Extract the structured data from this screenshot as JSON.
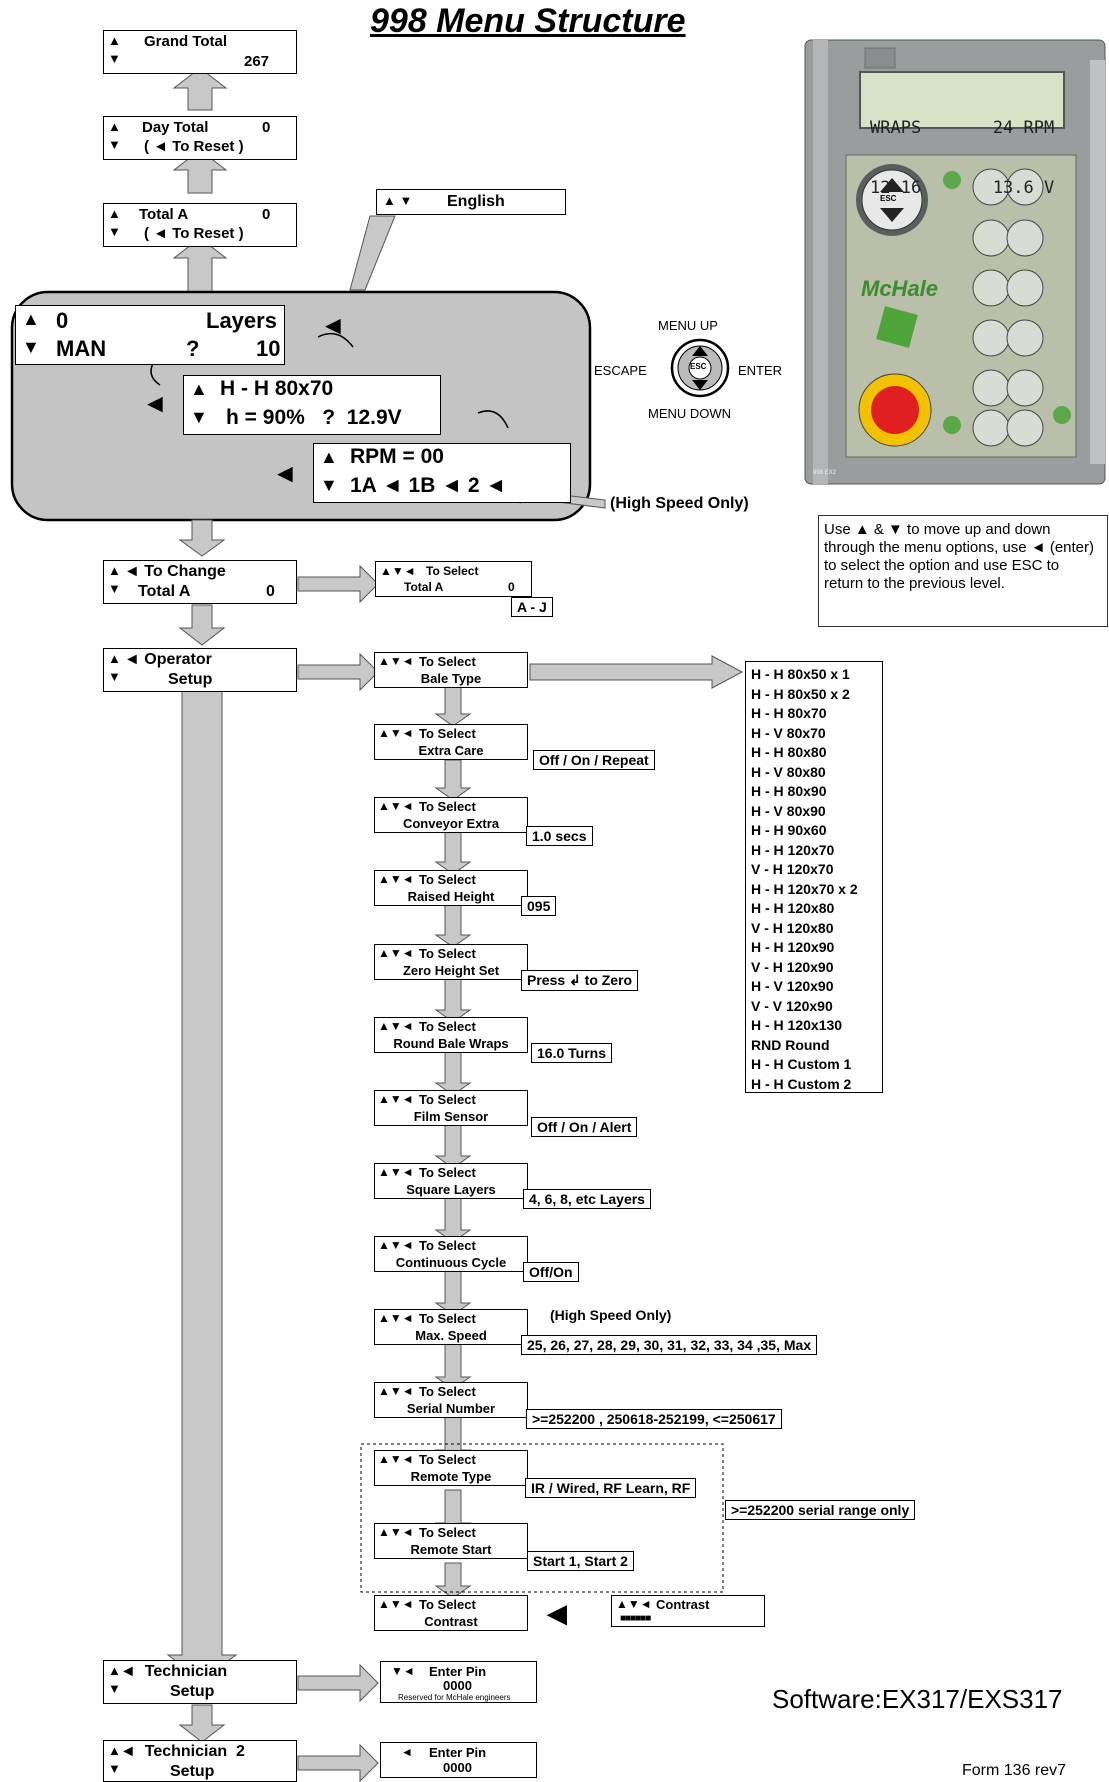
{
  "title": "998 Menu Structure",
  "device": {
    "lcd_line1": "WRAPS       24 RPM",
    "lcd_line2": "12-16       13.6 V",
    "brand": "McHale",
    "model": "998 EX2"
  },
  "keypad": {
    "up": "MENU UP",
    "down": "MENU DOWN",
    "left": "ESCAPE",
    "right": "ENTER",
    "center": "ESC"
  },
  "note": "Use ▲ & ▼ to move up and down through the menu options, use ◄ (enter) to select the option and use ESC to return to the previous level.",
  "top_menu": {
    "grand_total": {
      "label": "Grand Total",
      "value": "267"
    },
    "day_total": {
      "label": "Day Total",
      "value": "0",
      "sub": "( ◄ To Reset )"
    },
    "total_a": {
      "label": "Total  A",
      "value": "0",
      "sub": "( ◄ To Reset )"
    },
    "language": "English"
  },
  "main_screen": {
    "l1_left": "0",
    "l1_right": "Layers",
    "l2_left": "MAN",
    "l2_mid": "?",
    "l2_right": "10",
    "s2_l1": "H - H 80x70",
    "s2_l2": "h = 90%   ?  12.9V",
    "s3_l1": "RPM = 00",
    "s3_l2": "1A ◄ 1B ◄ 2 ◄",
    "high_speed": "(High Speed Only)"
  },
  "to_change": {
    "l1": "◄ To Change",
    "l2": "Total  A",
    "value": "0",
    "sel_l1": "To  Select",
    "sel_l2": "Total    A",
    "sel_val": "0",
    "opt": "A - J"
  },
  "operator": {
    "l1": "◄ Operator",
    "l2": "Setup"
  },
  "operator_items": [
    {
      "head": "To  Select",
      "name": "Bale Type",
      "option": ""
    },
    {
      "head": "To  Select",
      "name": "Extra Care",
      "option": "Off / On / Repeat"
    },
    {
      "head": "To  Select",
      "name": "Conveyor Extra",
      "option": "1.0 secs"
    },
    {
      "head": "To  Select",
      "name": "Raised Height",
      "option": "095"
    },
    {
      "head": "To  Select",
      "name": "Zero Height Set",
      "option": "Press ↲ to Zero"
    },
    {
      "head": "To  Select",
      "name": "Round Bale Wraps",
      "option": "16.0 Turns"
    },
    {
      "head": "To  Select",
      "name": "Film Sensor",
      "option": "Off / On / Alert"
    },
    {
      "head": "To  Select",
      "name": "Square Layers",
      "option": "4, 6, 8, etc Layers"
    },
    {
      "head": "To  Select",
      "name": "Continuous Cycle",
      "option": "Off/On"
    },
    {
      "head": "To  Select",
      "name": "Max. Speed",
      "option": "25, 26, 27, 28, 29, 30, 31, 32, 33, 34 ,35, Max"
    },
    {
      "head": "To  Select",
      "name": "Serial Number",
      "option": ">=252200 , 250618-252199, <=250617"
    },
    {
      "head": "To  Select",
      "name": "Remote Type",
      "option": "IR / Wired, RF Learn, RF"
    },
    {
      "head": "To  Select",
      "name": "Remote Start",
      "option": "Start 1, Start 2"
    },
    {
      "head": "To  Select",
      "name": "Contrast",
      "option": ""
    }
  ],
  "max_speed_note": "(High Speed Only)",
  "serial_note": ">=252200 serial range only",
  "contrast_box": "Contrast",
  "bale_types": [
    "H - H 80x50 x 1",
    "H - H 80x50 x 2",
    "H - H 80x70",
    "H - V 80x70",
    "H - H 80x80",
    "H - V 80x80",
    "H - H 80x90",
    "H - V 80x90",
    "H - H 90x60",
    "H - H 120x70",
    "V - H 120x70",
    "H - H 120x70 x 2",
    "H - H 120x80",
    "V - H 120x80",
    "H - H 120x90",
    "V - H 120x90",
    "H - V 120x90",
    "V - V 120x90",
    "H - H 120x130",
    "RND Round",
    "H - H Custom 1",
    "H - H Custom 2"
  ],
  "technician": {
    "l1": "◄  Technician",
    "l2": "Setup",
    "pin_l1": "Enter  Pin",
    "pin_l2": "0000",
    "reserved": "Reserved for McHale engineers"
  },
  "technician2": {
    "l1": "◄  Technician  2",
    "l2": "Setup",
    "pin_l1": "Enter  Pin",
    "pin_l2": "0000"
  },
  "software": "Software:EX317/EXS317",
  "form": "Form 136 rev7"
}
